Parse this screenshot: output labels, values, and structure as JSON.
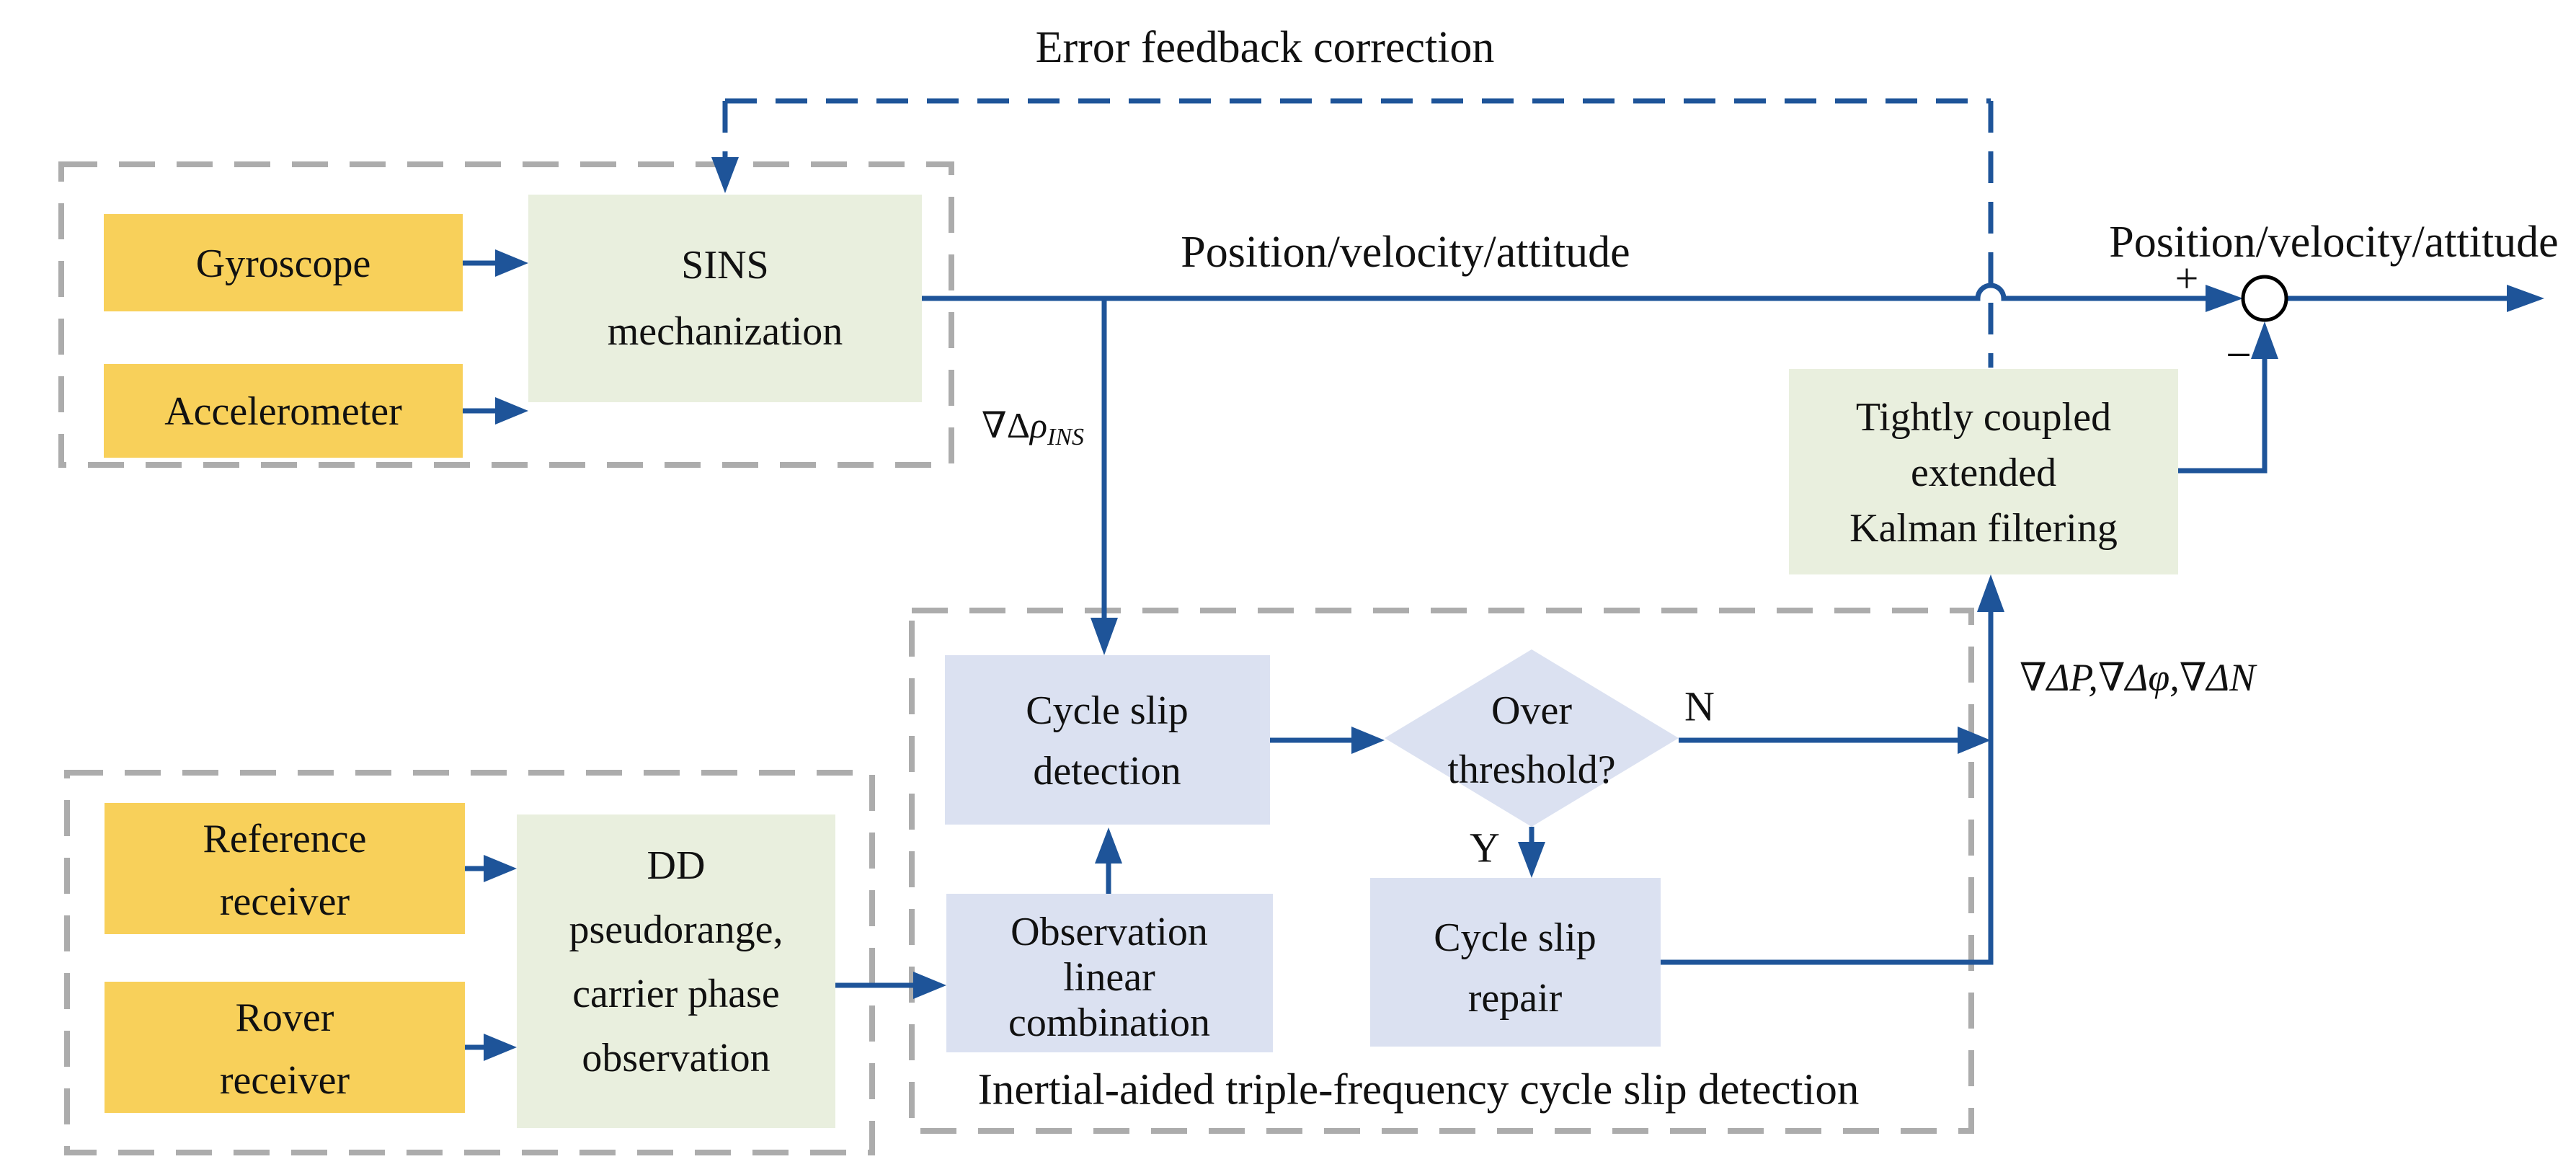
{
  "colors": {
    "line_blue": "#1E5499",
    "box_yellow": "#F8D05A",
    "box_green": "#E9EFDE",
    "box_lavender": "#DBE1F1",
    "dashed_gray": "#ACACAC",
    "text": "#111111",
    "background": "#FFFFFF"
  },
  "labels": {
    "error_feedback": "Error feedback correction",
    "position_velocity_attitude_left": "Position/velocity/attitude",
    "position_velocity_attitude_right": "Position/velocity/attitude",
    "branch_no": "N",
    "branch_yes": "Y",
    "sum_plus": "+",
    "sum_minus": "−",
    "ins_dd": {
      "prefix": "∇Δ",
      "symbol": "ρ",
      "sub": "INS"
    },
    "kalman_inputs": "∇ΔP,∇Δφ,∇ΔN",
    "container_caption": "Inertial-aided triple-frequency cycle slip detection"
  },
  "boxes": {
    "gyroscope": {
      "label": "Gyroscope"
    },
    "accelerometer": {
      "label": "Accelerometer"
    },
    "sins": {
      "lines": [
        "SINS",
        "mechanization"
      ]
    },
    "reference": {
      "lines": [
        "Reference",
        "receiver"
      ]
    },
    "rover": {
      "lines": [
        "Rover",
        "receiver"
      ]
    },
    "dd": {
      "lines": [
        "DD",
        "pseudorange,",
        "carrier phase",
        "observation"
      ]
    },
    "detection": {
      "lines": [
        "Cycle slip",
        "detection"
      ]
    },
    "observation": {
      "lines": [
        "Observation",
        "linear",
        "combination"
      ]
    },
    "diamond": {
      "lines": [
        "Over",
        "threshold?"
      ]
    },
    "repair": {
      "lines": [
        "Cycle slip",
        "repair"
      ]
    },
    "kalman": {
      "lines": [
        "Tightly coupled",
        "extended",
        "Kalman filtering"
      ]
    }
  }
}
